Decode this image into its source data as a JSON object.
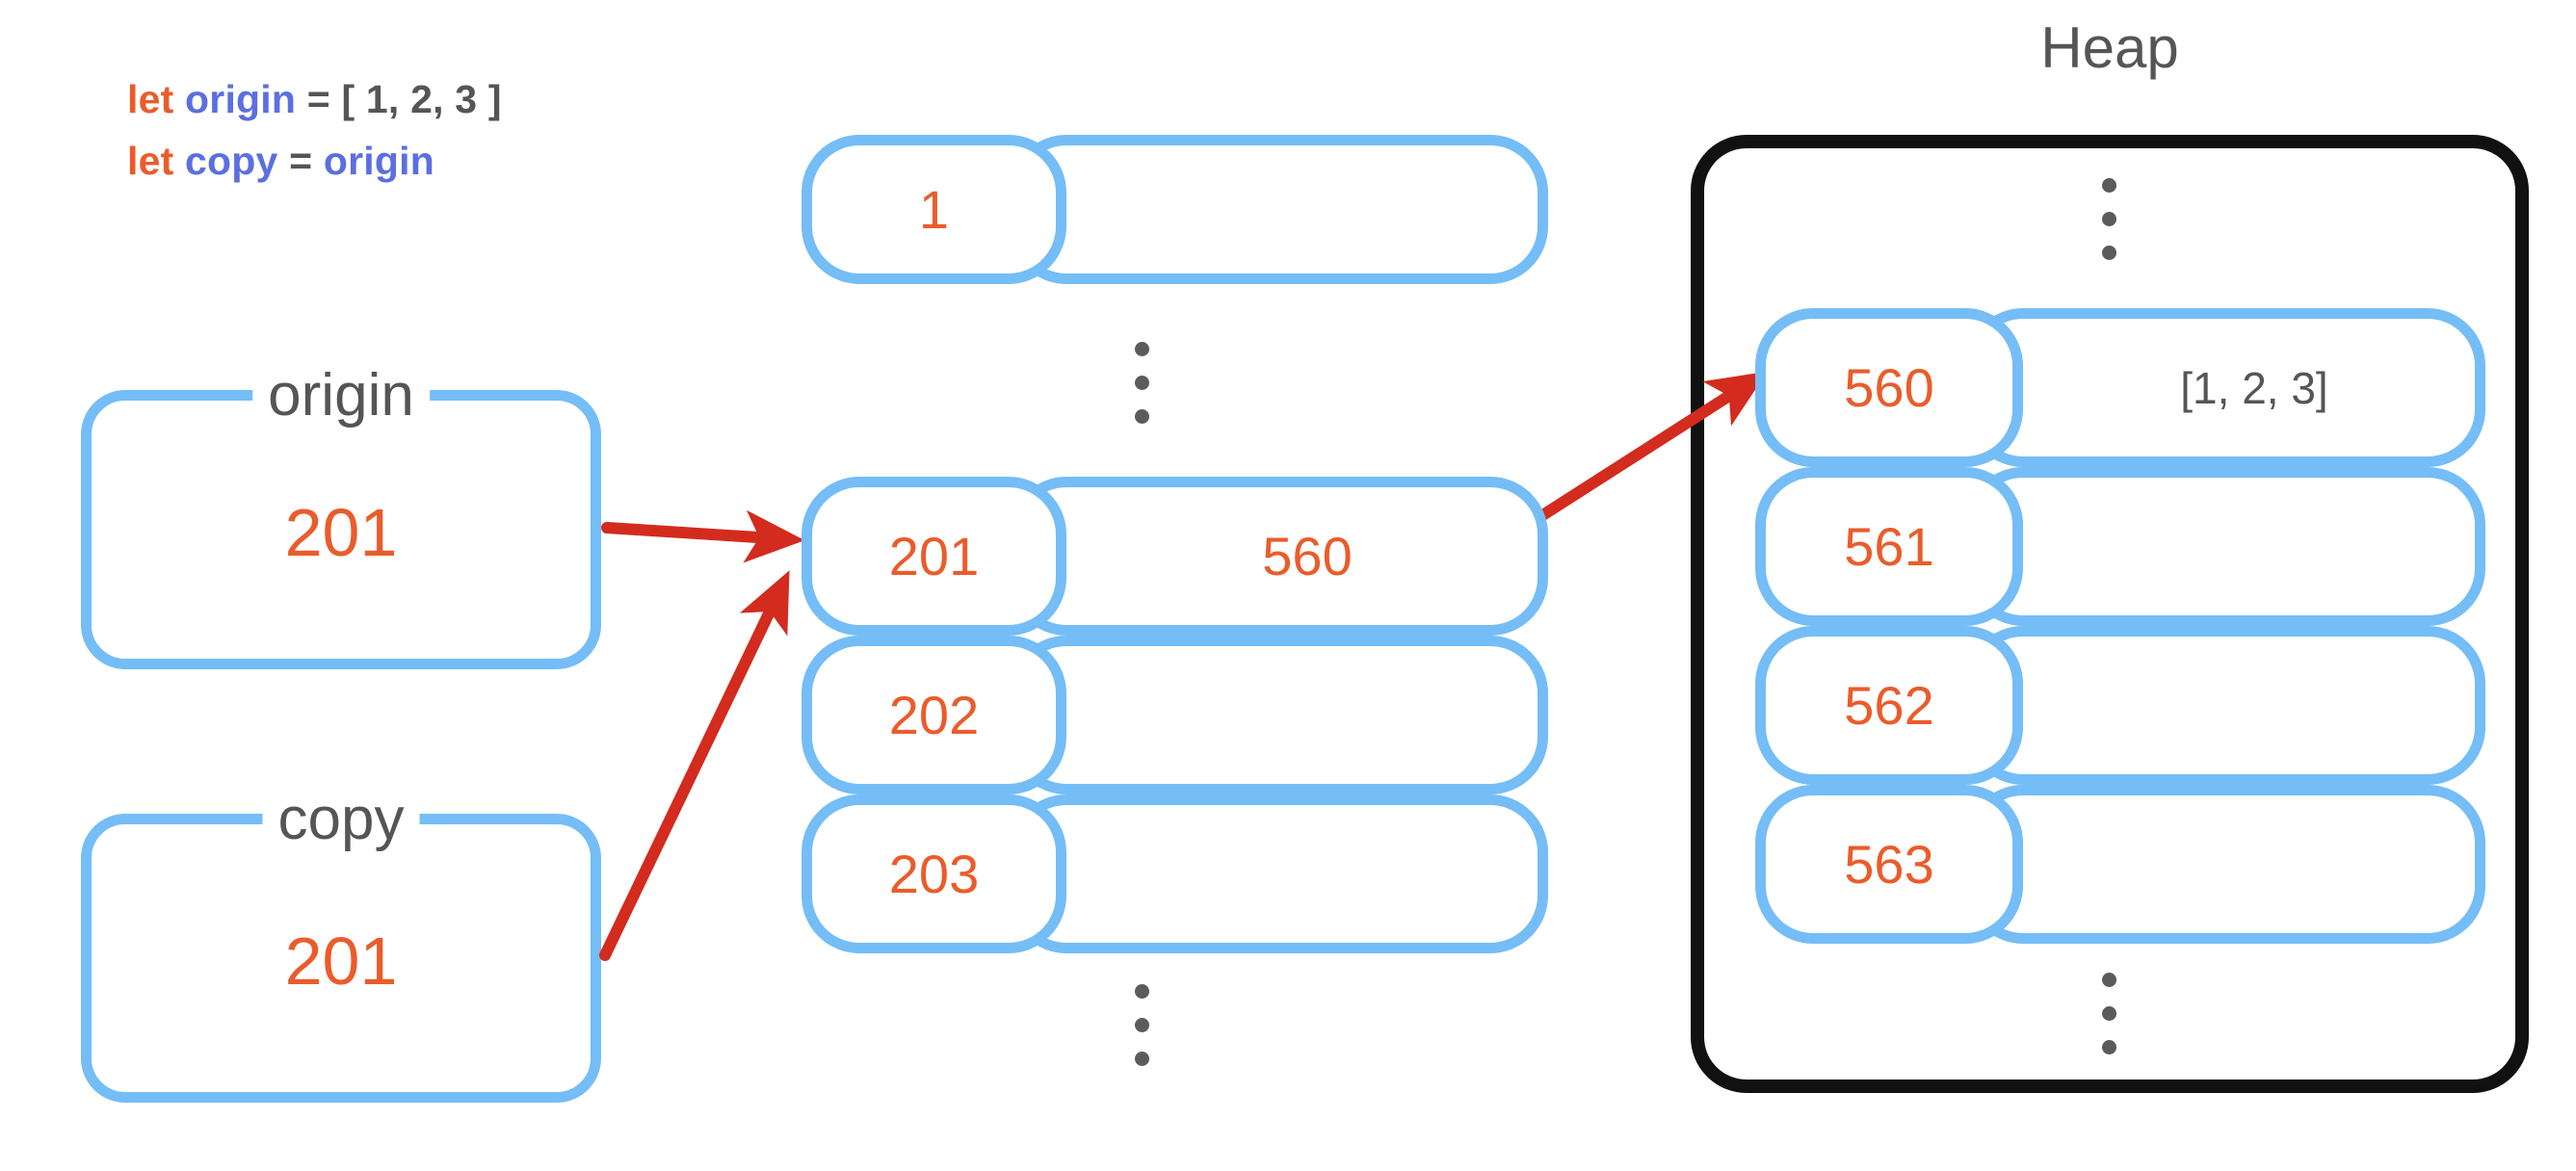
{
  "code": {
    "lines": [
      {
        "keyword": "let",
        "name": "origin",
        "rest": " = [ 1, 2, 3 ]"
      },
      {
        "keyword": "let",
        "name": "copy",
        "rest": " = ",
        "name2": "origin"
      }
    ],
    "line1_full": "let origin = [ 1, 2, 3 ]",
    "line2_full": "let copy = origin"
  },
  "variables": [
    {
      "label": "origin",
      "value": "201"
    },
    {
      "label": "copy",
      "value": "201"
    }
  ],
  "stack": {
    "top_cell": {
      "address": "1",
      "value": ""
    },
    "rows": [
      {
        "address": "201",
        "value": "560"
      },
      {
        "address": "202",
        "value": ""
      },
      {
        "address": "203",
        "value": ""
      }
    ],
    "ellipsis_top": "⋮",
    "ellipsis_bottom": "⋮"
  },
  "heap": {
    "title": "Heap",
    "rows": [
      {
        "address": "560",
        "value": "[1, 2, 3]"
      },
      {
        "address": "561",
        "value": ""
      },
      {
        "address": "562",
        "value": ""
      },
      {
        "address": "563",
        "value": ""
      }
    ],
    "ellipsis_top": "⋮",
    "ellipsis_bottom": "⋮"
  },
  "arrows": [
    {
      "name": "origin-to-stack-201",
      "from": "origin",
      "to": "stack-201"
    },
    {
      "name": "copy-to-stack-201",
      "from": "copy",
      "to": "stack-201"
    },
    {
      "name": "stack-201-to-heap-560",
      "from": "stack-201",
      "to": "heap-560"
    }
  ],
  "colors": {
    "orange": "#EA5C2B",
    "blue": "#74BDF7",
    "purple": "#5B6FE0",
    "gray": "#555555",
    "arrow_red": "#D32B1E",
    "heap_border": "#111111",
    "background": "#FFFFFF"
  }
}
